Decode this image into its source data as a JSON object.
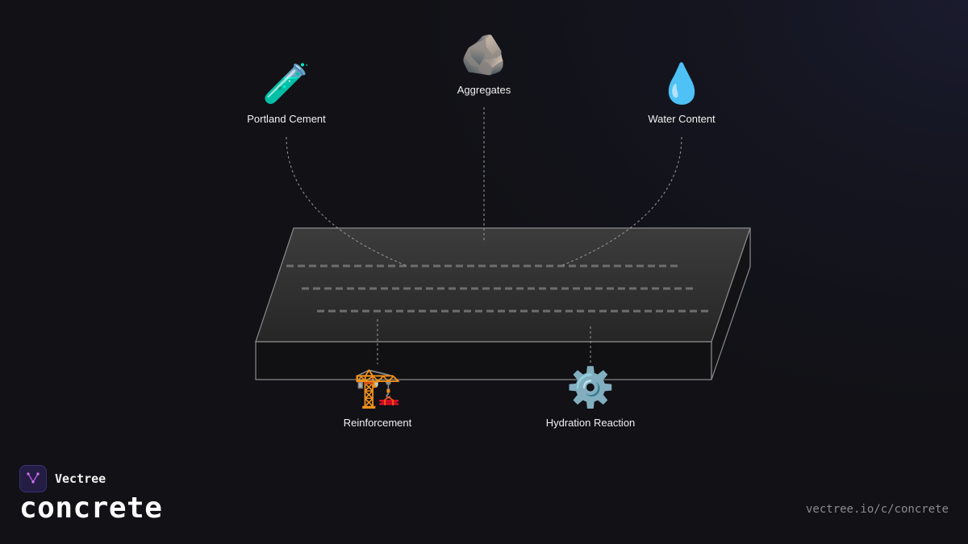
{
  "nodes": {
    "cement": {
      "icon": "🧪",
      "icon_name": "test-tube-icon",
      "label": "Portland Cement"
    },
    "aggregates": {
      "icon": "🪨",
      "icon_name": "rock-icon",
      "label": "Aggregates"
    },
    "water": {
      "icon": "💧",
      "icon_name": "water-drop-icon",
      "label": "Water Content"
    },
    "reinforcement": {
      "icon": "🏗️",
      "icon_name": "crane-icon",
      "label": "Reinforcement"
    },
    "hydration": {
      "icon": "⚙️",
      "icon_name": "gear-icon",
      "label": "Hydration Reaction"
    }
  },
  "brand": {
    "name": "Vectree",
    "accent": "#b04fd8"
  },
  "page": {
    "title": "concrete",
    "url": "vectree.io/c/concrete"
  }
}
